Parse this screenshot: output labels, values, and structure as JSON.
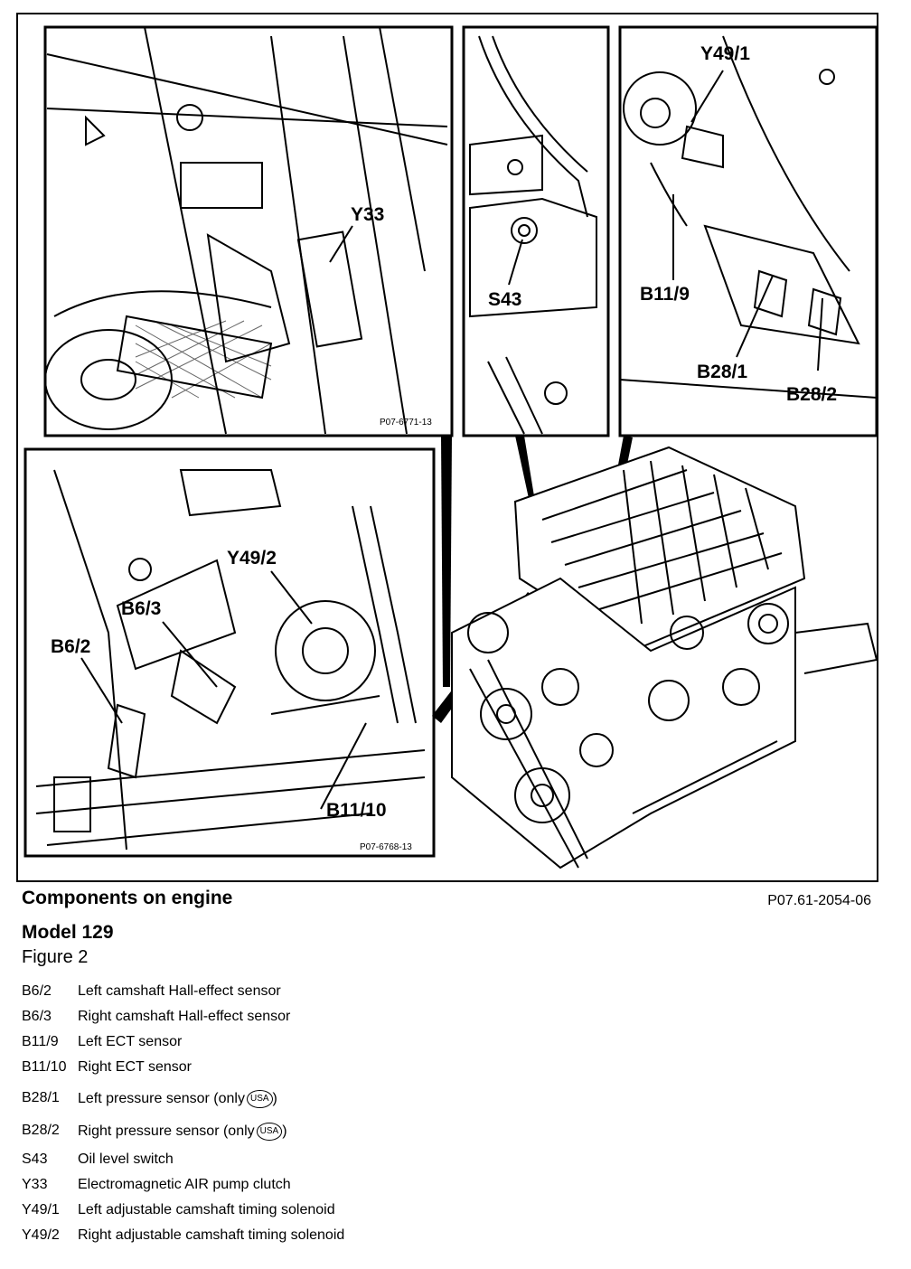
{
  "callouts": {
    "y33": "Y33",
    "s43": "S43",
    "y49_1": "Y49/1",
    "b11_9": "B11/9",
    "b28_1": "B28/1",
    "b28_2": "B28/2",
    "y49_2": "Y49/2",
    "b6_3": "B6/3",
    "b6_2": "B6/2",
    "b11_10": "B11/10"
  },
  "panel_refs": {
    "top_left": "P07-6771-13",
    "bottom_left": "P07-6768-13"
  },
  "caption": {
    "title": "Components on engine",
    "ref": "P07.61-2054-06",
    "model": "Model 129",
    "figure": "Figure 2"
  },
  "legend": [
    {
      "code": "B6/2",
      "desc": "Left camshaft Hall-effect sensor"
    },
    {
      "code": "B6/3",
      "desc": "Right camshaft Hall-effect sensor"
    },
    {
      "code": "B11/9",
      "desc": "Left ECT sensor"
    },
    {
      "code": "B11/10",
      "desc": "Right ECT sensor"
    },
    {
      "code": "B28/1",
      "desc": "Left pressure sensor (only",
      "badge": "USA",
      "suffix": ")"
    },
    {
      "code": "B28/2",
      "desc": "Right pressure sensor (only",
      "badge": "USA",
      "suffix": ")"
    },
    {
      "code": "S43",
      "desc": "Oil level switch"
    },
    {
      "code": "Y33",
      "desc": "Electromagnetic AIR pump clutch"
    },
    {
      "code": "Y49/1",
      "desc": "Left adjustable camshaft timing solenoid"
    },
    {
      "code": "Y49/2",
      "desc": "Right adjustable camshaft timing solenoid"
    }
  ]
}
